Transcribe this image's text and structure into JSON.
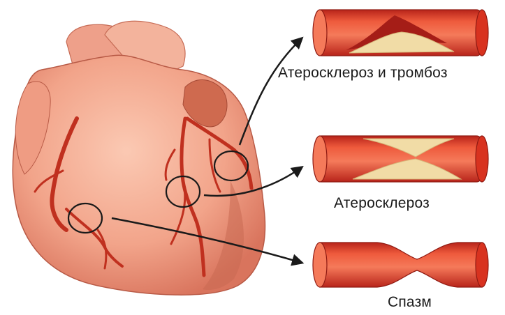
{
  "labels": {
    "atherosclerosis_thrombosis": "Атеросклероз и тромбоз",
    "atherosclerosis": "Атеросклероз",
    "spasm": "Спазм"
  },
  "colors": {
    "heart_fill": "#f2a48a",
    "heart_shadow": "#d9745d",
    "artery": "#c0301f",
    "vessel_wall": "#d8321f",
    "vessel_lumen": "#f26a4a",
    "plaque": "#f1dca6",
    "thrombus": "#b01f1a",
    "arrow": "#1a1a1a"
  },
  "icons": {
    "heart": "heart-illustration",
    "vessel_1": "artery-with-plaque-and-thrombus",
    "vessel_2": "artery-with-plaque",
    "vessel_3": "artery-with-spasm"
  }
}
